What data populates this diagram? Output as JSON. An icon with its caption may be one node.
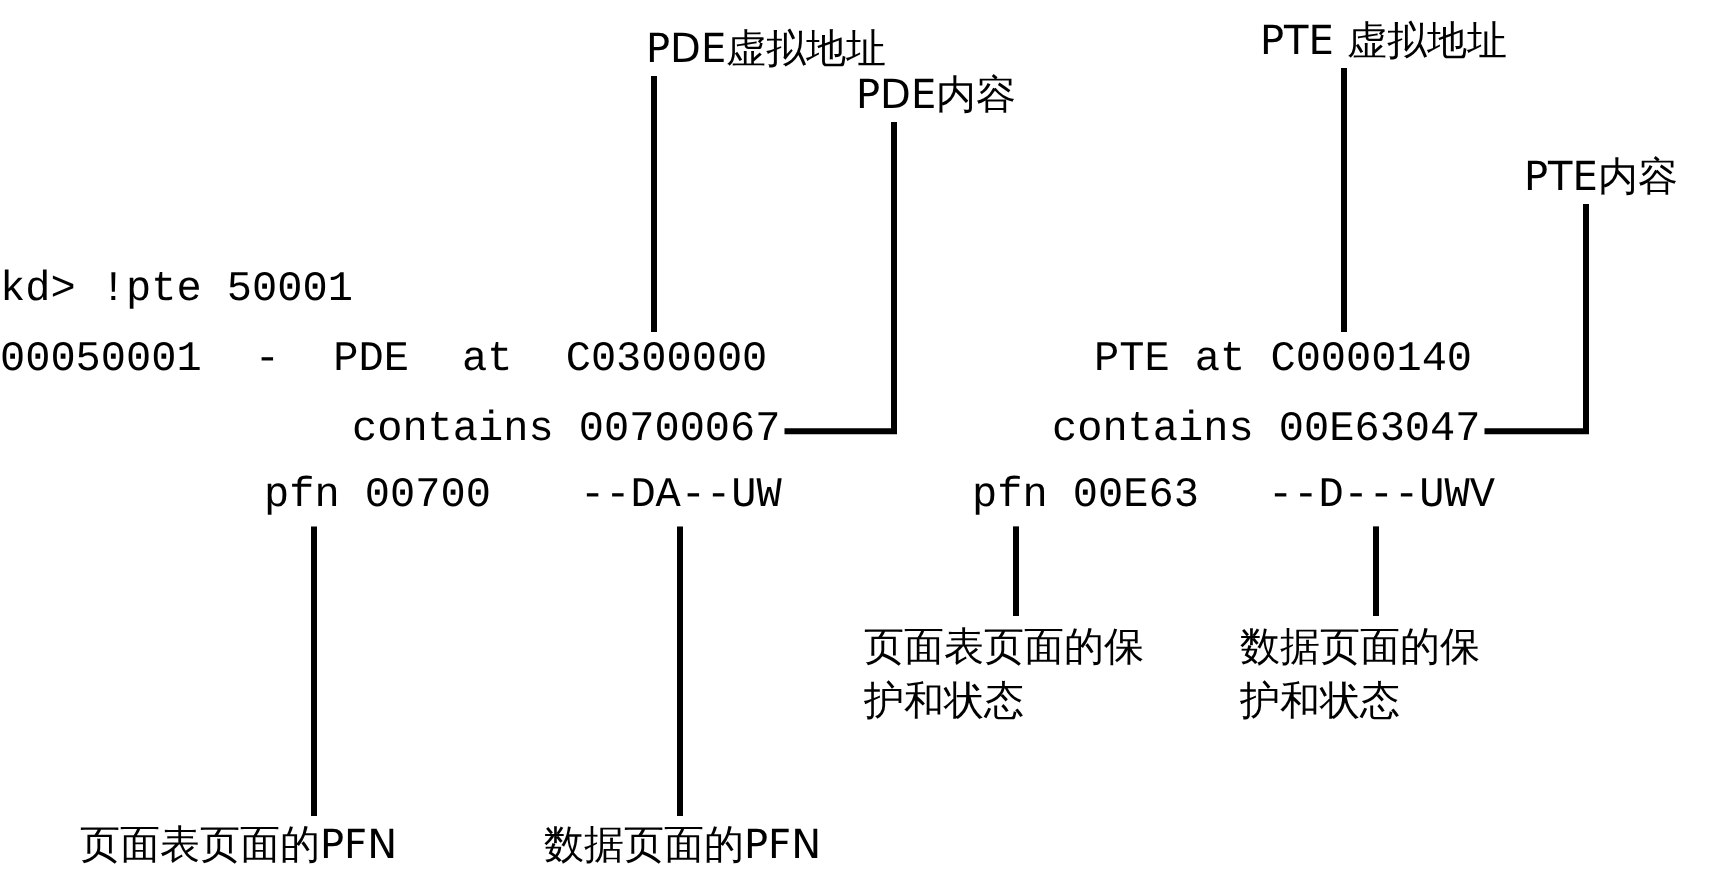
{
  "diagram": {
    "nodes": [
      {
        "text": [
          "PDE虚拟地址"
        ]
      },
      {
        "text": [
          "PDE内容"
        ]
      },
      {
        "text": [
          "PTE 虚拟地址"
        ]
      },
      {
        "text": [
          "PTE内容"
        ]
      },
      {
        "text": [
          "00050001 - PDE at C0300000"
        ]
      },
      {
        "text": [
          "contains 00700067"
        ]
      },
      {
        "text": [
          "pfn 00700"
        ]
      },
      {
        "text": [
          "--DA--UW"
        ]
      },
      {
        "text": [
          "PTE at C0000140"
        ]
      },
      {
        "text": [
          "contains 00E63047"
        ]
      },
      {
        "text": [
          "pfn 00E63"
        ]
      },
      {
        "text": [
          "--D---UWV"
        ]
      },
      {
        "text": [
          "页面表页面的保护和状态"
        ]
      },
      {
        "text": [
          "数据页面的保护和状态"
        ]
      },
      {
        "text": [
          "页面表页面的PFN"
        ]
      },
      {
        "text": [
          "数据页面的PFN"
        ]
      }
    ],
    "edges": [
      {
        "from": 0,
        "to": 4,
        "arrow": "none"
      },
      {
        "from": 1,
        "to": 5,
        "arrow": "none"
      },
      {
        "from": 2,
        "to": 8,
        "arrow": "none"
      },
      {
        "from": 3,
        "to": 9,
        "arrow": "none"
      },
      {
        "from": 6,
        "to": 14,
        "arrow": "none"
      },
      {
        "from": 7,
        "to": 15,
        "arrow": "none"
      },
      {
        "from": 10,
        "to": 12,
        "arrow": "none"
      },
      {
        "from": 11,
        "to": 13,
        "arrow": "none"
      }
    ],
    "labels": [
      "kd> !pte 50001"
    ]
  }
}
